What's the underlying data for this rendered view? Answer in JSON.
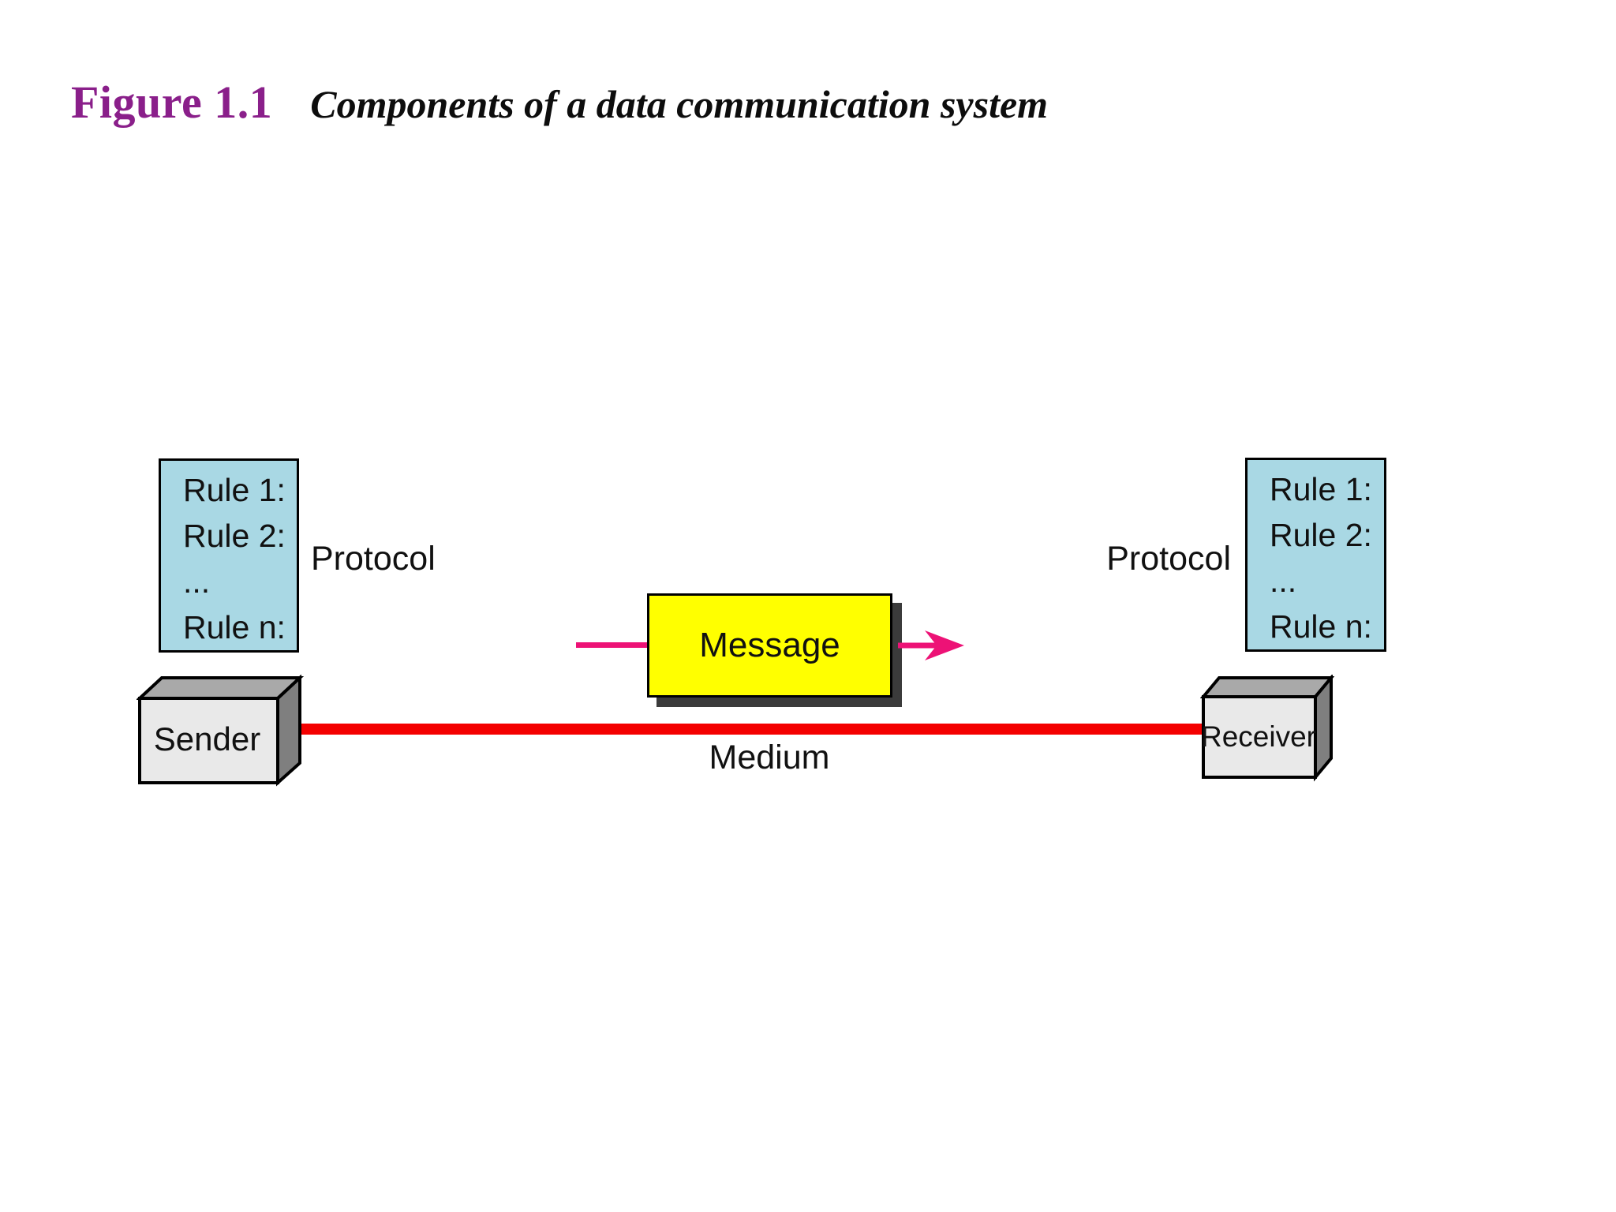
{
  "title": {
    "figure_label": "Figure 1.1",
    "caption": "Components of a data communication system"
  },
  "colors": {
    "title_accent": "#8a1f8a",
    "protocol_box_fill": "#a9d8e4",
    "message_fill": "#ffff00",
    "message_shadow": "#3b3b3b",
    "medium_line": "#f40000",
    "arrow_pink": "#ed1276",
    "box_front": "#e9e9e9",
    "box_top": "#a9a9a9",
    "box_side": "#7f7f7f"
  },
  "diagram": {
    "left_protocol": {
      "label": "Protocol",
      "rules": [
        "Rule 1:",
        "Rule 2:",
        "...",
        "Rule n:"
      ]
    },
    "right_protocol": {
      "label": "Protocol",
      "rules": [
        "Rule 1:",
        "Rule 2:",
        "...",
        "Rule n:"
      ]
    },
    "sender_label": "Sender",
    "receiver_label": "Receiver",
    "message_label": "Message",
    "medium_label": "Medium"
  }
}
